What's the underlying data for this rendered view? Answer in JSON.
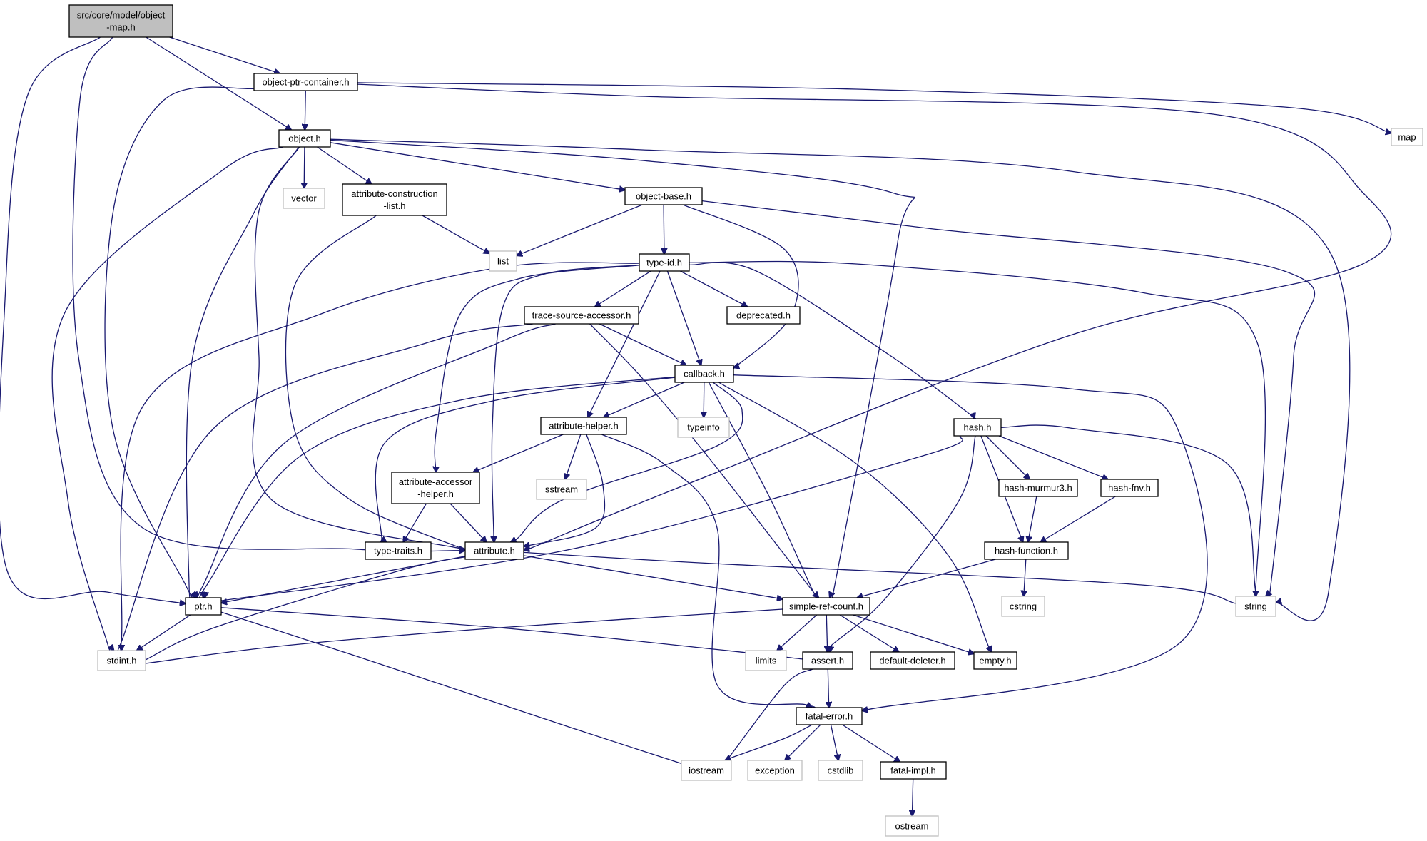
{
  "diagram": {
    "colors": {
      "edge": "#191970",
      "root_fill": "#bfbfbf",
      "doc_border": "#000000",
      "system_border": "#bfbfbf"
    },
    "nodes": [
      {
        "id": "root",
        "lines": [
          "src/core/model/object",
          "-map.h"
        ],
        "kind": "root"
      },
      {
        "id": "object-ptr-container",
        "lines": [
          "object-ptr-container.h"
        ],
        "kind": "doc"
      },
      {
        "id": "map",
        "lines": [
          "map"
        ],
        "kind": "system"
      },
      {
        "id": "object",
        "lines": [
          "object.h"
        ],
        "kind": "doc"
      },
      {
        "id": "vector",
        "lines": [
          "vector"
        ],
        "kind": "system"
      },
      {
        "id": "attribute-construction-list",
        "lines": [
          "attribute-construction",
          "-list.h"
        ],
        "kind": "doc"
      },
      {
        "id": "object-base",
        "lines": [
          "object-base.h"
        ],
        "kind": "doc"
      },
      {
        "id": "list",
        "lines": [
          "list"
        ],
        "kind": "system"
      },
      {
        "id": "type-id",
        "lines": [
          "type-id.h"
        ],
        "kind": "doc"
      },
      {
        "id": "trace-source-accessor",
        "lines": [
          "trace-source-accessor.h"
        ],
        "kind": "doc"
      },
      {
        "id": "deprecated",
        "lines": [
          "deprecated.h"
        ],
        "kind": "doc"
      },
      {
        "id": "callback",
        "lines": [
          "callback.h"
        ],
        "kind": "doc"
      },
      {
        "id": "typeinfo",
        "lines": [
          "typeinfo"
        ],
        "kind": "system"
      },
      {
        "id": "attribute-helper",
        "lines": [
          "attribute-helper.h"
        ],
        "kind": "doc"
      },
      {
        "id": "hash",
        "lines": [
          "hash.h"
        ],
        "kind": "doc"
      },
      {
        "id": "sstream",
        "lines": [
          "sstream"
        ],
        "kind": "system"
      },
      {
        "id": "attribute-accessor-helper",
        "lines": [
          "attribute-accessor",
          "-helper.h"
        ],
        "kind": "doc"
      },
      {
        "id": "hash-murmur3",
        "lines": [
          "hash-murmur3.h"
        ],
        "kind": "doc"
      },
      {
        "id": "hash-fnv",
        "lines": [
          "hash-fnv.h"
        ],
        "kind": "doc"
      },
      {
        "id": "type-traits",
        "lines": [
          "type-traits.h"
        ],
        "kind": "doc"
      },
      {
        "id": "attribute",
        "lines": [
          "attribute.h"
        ],
        "kind": "doc"
      },
      {
        "id": "hash-function",
        "lines": [
          "hash-function.h"
        ],
        "kind": "doc"
      },
      {
        "id": "ptr",
        "lines": [
          "ptr.h"
        ],
        "kind": "doc"
      },
      {
        "id": "simple-ref-count",
        "lines": [
          "simple-ref-count.h"
        ],
        "kind": "doc"
      },
      {
        "id": "cstring",
        "lines": [
          "cstring"
        ],
        "kind": "system"
      },
      {
        "id": "string",
        "lines": [
          "string"
        ],
        "kind": "system"
      },
      {
        "id": "stdint",
        "lines": [
          "stdint.h"
        ],
        "kind": "system"
      },
      {
        "id": "limits",
        "lines": [
          "limits"
        ],
        "kind": "system"
      },
      {
        "id": "assert",
        "lines": [
          "assert.h"
        ],
        "kind": "doc"
      },
      {
        "id": "default-deleter",
        "lines": [
          "default-deleter.h"
        ],
        "kind": "doc"
      },
      {
        "id": "empty",
        "lines": [
          "empty.h"
        ],
        "kind": "doc"
      },
      {
        "id": "fatal-error",
        "lines": [
          "fatal-error.h"
        ],
        "kind": "doc"
      },
      {
        "id": "iostream",
        "lines": [
          "iostream"
        ],
        "kind": "system"
      },
      {
        "id": "exception",
        "lines": [
          "exception"
        ],
        "kind": "system"
      },
      {
        "id": "cstdlib",
        "lines": [
          "cstdlib"
        ],
        "kind": "system"
      },
      {
        "id": "fatal-impl",
        "lines": [
          "fatal-impl.h"
        ],
        "kind": "doc"
      },
      {
        "id": "ostream",
        "lines": [
          "ostream"
        ],
        "kind": "system"
      }
    ],
    "edges": [
      [
        "root",
        "object-ptr-container"
      ],
      [
        "root",
        "object"
      ],
      [
        "root",
        "attribute"
      ],
      [
        "root",
        "ptr"
      ],
      [
        "object-ptr-container",
        "object"
      ],
      [
        "object-ptr-container",
        "map"
      ],
      [
        "object-ptr-container",
        "ptr"
      ],
      [
        "object-ptr-container",
        "attribute"
      ],
      [
        "object",
        "vector"
      ],
      [
        "object",
        "attribute-construction-list"
      ],
      [
        "object",
        "object-base"
      ],
      [
        "object",
        "string"
      ],
      [
        "object",
        "simple-ref-count"
      ],
      [
        "object",
        "attribute"
      ],
      [
        "object",
        "ptr"
      ],
      [
        "object",
        "stdint"
      ],
      [
        "attribute-construction-list",
        "list"
      ],
      [
        "attribute-construction-list",
        "attribute"
      ],
      [
        "object-base",
        "list"
      ],
      [
        "object-base",
        "type-id"
      ],
      [
        "object-base",
        "callback"
      ],
      [
        "object-base",
        "string"
      ],
      [
        "type-id",
        "trace-source-accessor"
      ],
      [
        "type-id",
        "deprecated"
      ],
      [
        "type-id",
        "callback"
      ],
      [
        "type-id",
        "attribute-helper"
      ],
      [
        "type-id",
        "attribute-accessor-helper"
      ],
      [
        "type-id",
        "attribute"
      ],
      [
        "type-id",
        "hash"
      ],
      [
        "type-id",
        "string"
      ],
      [
        "type-id",
        "stdint"
      ],
      [
        "trace-source-accessor",
        "callback"
      ],
      [
        "trace-source-accessor",
        "ptr"
      ],
      [
        "trace-source-accessor",
        "simple-ref-count"
      ],
      [
        "trace-source-accessor",
        "stdint"
      ],
      [
        "callback",
        "typeinfo"
      ],
      [
        "callback",
        "attribute-helper"
      ],
      [
        "callback",
        "attribute"
      ],
      [
        "callback",
        "type-traits"
      ],
      [
        "callback",
        "ptr"
      ],
      [
        "callback",
        "simple-ref-count"
      ],
      [
        "callback",
        "empty"
      ],
      [
        "callback",
        "fatal-error"
      ],
      [
        "attribute-helper",
        "sstream"
      ],
      [
        "attribute-helper",
        "attribute-accessor-helper"
      ],
      [
        "attribute-helper",
        "attribute"
      ],
      [
        "attribute-helper",
        "fatal-error"
      ],
      [
        "attribute-accessor-helper",
        "type-traits"
      ],
      [
        "attribute-accessor-helper",
        "attribute"
      ],
      [
        "hash",
        "hash-murmur3"
      ],
      [
        "hash",
        "hash-fnv"
      ],
      [
        "hash",
        "hash-function"
      ],
      [
        "hash",
        "assert"
      ],
      [
        "hash",
        "ptr"
      ],
      [
        "hash",
        "string"
      ],
      [
        "hash-murmur3",
        "hash-function"
      ],
      [
        "hash-fnv",
        "hash-function"
      ],
      [
        "hash-function",
        "cstring"
      ],
      [
        "hash-function",
        "simple-ref-count"
      ],
      [
        "attribute",
        "ptr"
      ],
      [
        "attribute",
        "simple-ref-count"
      ],
      [
        "attribute",
        "string"
      ],
      [
        "attribute",
        "stdint"
      ],
      [
        "ptr",
        "stdint"
      ],
      [
        "ptr",
        "assert"
      ],
      [
        "ptr",
        "iostream"
      ],
      [
        "simple-ref-count",
        "stdint"
      ],
      [
        "simple-ref-count",
        "limits"
      ],
      [
        "simple-ref-count",
        "assert"
      ],
      [
        "simple-ref-count",
        "default-deleter"
      ],
      [
        "simple-ref-count",
        "empty"
      ],
      [
        "assert",
        "fatal-error"
      ],
      [
        "assert",
        "iostream"
      ],
      [
        "fatal-error",
        "iostream"
      ],
      [
        "fatal-error",
        "exception"
      ],
      [
        "fatal-error",
        "cstdlib"
      ],
      [
        "fatal-error",
        "fatal-impl"
      ],
      [
        "fatal-impl",
        "ostream"
      ]
    ]
  }
}
